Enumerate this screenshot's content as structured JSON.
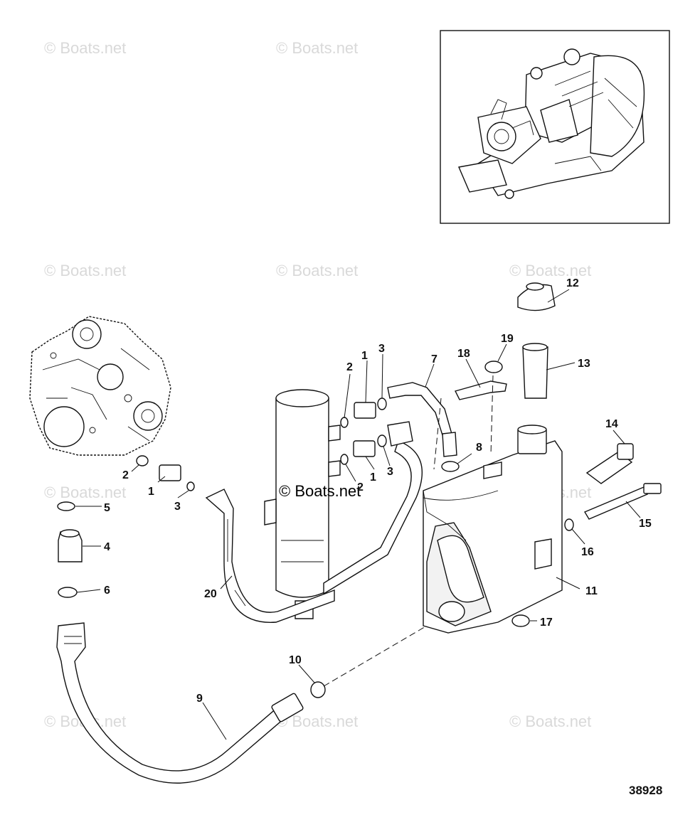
{
  "watermark": "© Boats.net",
  "figure_number": "38928",
  "callouts": [
    "1",
    "2",
    "3",
    "4",
    "5",
    "6",
    "7",
    "8",
    "9",
    "10",
    "11",
    "12",
    "13",
    "14",
    "15",
    "16",
    "17",
    "18",
    "19",
    "20"
  ]
}
